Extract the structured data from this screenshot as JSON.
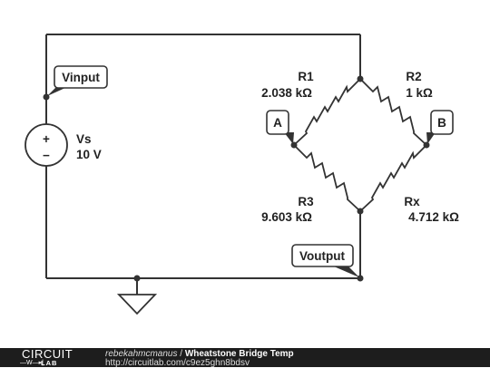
{
  "components": {
    "source": {
      "name": "Vs",
      "value": "10 V",
      "plus": "+",
      "minus": "−"
    },
    "r1": {
      "name": "R1",
      "value": "2.038 kΩ"
    },
    "r2": {
      "name": "R2",
      "value": "1 kΩ"
    },
    "r3": {
      "name": "R3",
      "value": "9.603 kΩ"
    },
    "rx": {
      "name": "Rx",
      "value": "4.712 kΩ"
    }
  },
  "nodes": {
    "vinput": "Vinput",
    "a": "A",
    "b": "B",
    "voutput": "Voutput"
  },
  "footer": {
    "logo_top": "CIRCUIT",
    "logo_bottom": "LAB",
    "logo_mark": "—W—▸|",
    "author": "rebekahmcmanus",
    "separator": " / ",
    "title": "Wheatstone Bridge Temp",
    "url": "http://circuitlab.com/c9ez5ghn8bdsv"
  },
  "colors": {
    "wire": "#333333",
    "footer_bg": "#1d1d1d"
  }
}
